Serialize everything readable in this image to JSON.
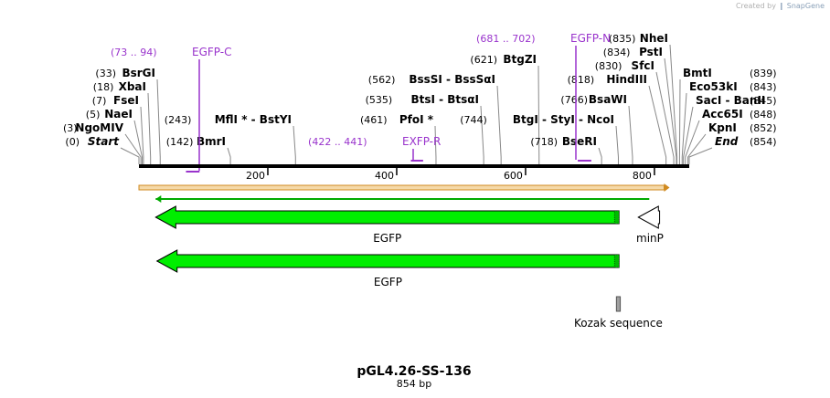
{
  "credit": {
    "prefix": "Created by",
    "brand": "SnapGene"
  },
  "map": {
    "name": "pGL4.26-SS-136",
    "length_label": "854 bp",
    "length": 854,
    "scale_start": 0,
    "scale_end": 854
  },
  "ticks": [
    {
      "pos": 200,
      "label": "200"
    },
    {
      "pos": 400,
      "label": "400"
    },
    {
      "pos": 600,
      "label": "600"
    },
    {
      "pos": 800,
      "label": "800"
    }
  ],
  "sites": [
    {
      "pos": 0,
      "num": "(0)",
      "name": "Start",
      "italic": true
    },
    {
      "pos": 3,
      "num": "(3)",
      "name": "NgoMIV"
    },
    {
      "pos": 5,
      "num": "(5)",
      "name": "NaeI"
    },
    {
      "pos": 7,
      "num": "(7)",
      "name": "FseI"
    },
    {
      "pos": 18,
      "num": "(18)",
      "name": "XbaI"
    },
    {
      "pos": 33,
      "num": "(33)",
      "name": "BsrGI"
    },
    {
      "pos": 142,
      "num": "(142)",
      "name": "BmrI"
    },
    {
      "pos": 243,
      "num": "(243)",
      "name": "MflI * - BstYI"
    },
    {
      "pos": 461,
      "num": "(461)",
      "name": "PfoI *"
    },
    {
      "pos": 535,
      "num": "(535)",
      "name": "BtsI - BtsαI"
    },
    {
      "pos": 562,
      "num": "(562)",
      "name": "BssSI - BssSαI"
    },
    {
      "pos": 621,
      "num": "(621)",
      "name": "BtgZI"
    },
    {
      "pos": 744,
      "num": "(744)",
      "name": "BtgI - StyI - NcoI"
    },
    {
      "pos": 718,
      "num": "(718)",
      "name": "BseRI"
    },
    {
      "pos": 766,
      "num": "(766)",
      "name": "BsaWI"
    },
    {
      "pos": 818,
      "num": "(818)",
      "name": "HindIII"
    },
    {
      "pos": 830,
      "num": "(830)",
      "name": "SfcI"
    },
    {
      "pos": 834,
      "num": "(834)",
      "name": "PstI"
    },
    {
      "pos": 835,
      "num": "(835)",
      "name": "NheI"
    },
    {
      "pos": 839,
      "num": "(839)",
      "name": "BmtI"
    },
    {
      "pos": 843,
      "num": "(843)",
      "name": "Eco53kI"
    },
    {
      "pos": 845,
      "num": "(845)",
      "name": "SacI - BanII"
    },
    {
      "pos": 848,
      "num": "(848)",
      "name": "Acc65I"
    },
    {
      "pos": 852,
      "num": "(852)",
      "name": "KpnI"
    },
    {
      "pos": 854,
      "num": "(854)",
      "name": "End",
      "italic": true
    }
  ],
  "primers": [
    {
      "name": "EGFP-C",
      "range": "(73 .. 94)",
      "start": 73,
      "end": 94
    },
    {
      "name": "EXFP-R",
      "range": "(422 .. 441)",
      "start": 422,
      "end": 441
    },
    {
      "name": "EGFP-N",
      "range": "(681 .. 702)",
      "start": 681,
      "end": 702
    }
  ],
  "features": [
    {
      "name": "EGFP",
      "start": 26,
      "end": 745,
      "direction": "reverse",
      "color": "#00ee00",
      "row": 1
    },
    {
      "name": "minP",
      "start": 775,
      "end": 808,
      "direction": "reverse",
      "color": "#ffffff",
      "row": 1
    },
    {
      "name": "EGFP",
      "start": 28,
      "end": 745,
      "direction": "reverse",
      "color": "#00ee00",
      "row": 2
    },
    {
      "name": "Kozak sequence",
      "start": 741,
      "end": 747,
      "direction": "none",
      "color": "#a0a0a0",
      "row": 3
    }
  ],
  "colors": {
    "backbone": "#000000",
    "primer": "#9933cc",
    "feature_border": "#000000",
    "orf_line": "#00aa00",
    "orf_band": "#f5d9a8",
    "orf_band_border": "#d08a20"
  }
}
